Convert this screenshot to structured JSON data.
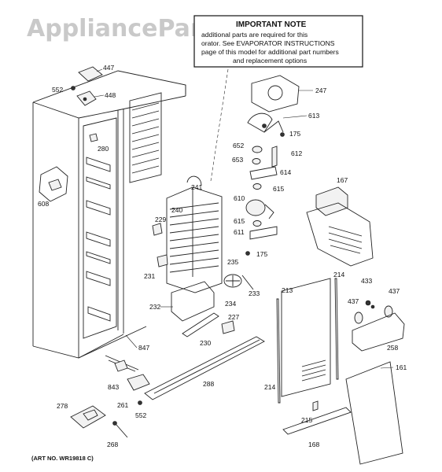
{
  "watermark": "AppliancePartsPros.com",
  "note": {
    "title": "IMPORTANT NOTE",
    "lines": [
      "additional parts are required for this",
      "orator. See EVAPORATOR INSTRUCTIONS",
      "page of this model for additional part numbers",
      "and replacement options"
    ]
  },
  "art_number": "(ART NO. WR19818 C)",
  "callouts": {
    "c447": "447",
    "c552a": "552",
    "c448": "448",
    "c280": "280",
    "c608": "608",
    "c241": "241",
    "c240": "240",
    "c229": "229",
    "c231": "231",
    "c232": "232",
    "c230": "230",
    "c227": "227",
    "c847": "847",
    "c843": "843",
    "c261": "261",
    "c552b": "552",
    "c288": "288",
    "c278": "278",
    "c268": "268",
    "c247": "247",
    "c613": "613",
    "c175a": "175",
    "c652": "652",
    "c612": "612",
    "c653": "653",
    "c614": "614",
    "c615a": "615",
    "c610": "610",
    "c615b": "615",
    "c611": "611",
    "c175b": "175",
    "c235": "235",
    "c234": "234",
    "c233": "233",
    "c167": "167",
    "c213": "213",
    "c214a": "214",
    "c433": "433",
    "c437a": "437",
    "c437b": "437",
    "c258": "258",
    "c161": "161",
    "c214b": "214",
    "c215": "215",
    "c168": "168"
  }
}
